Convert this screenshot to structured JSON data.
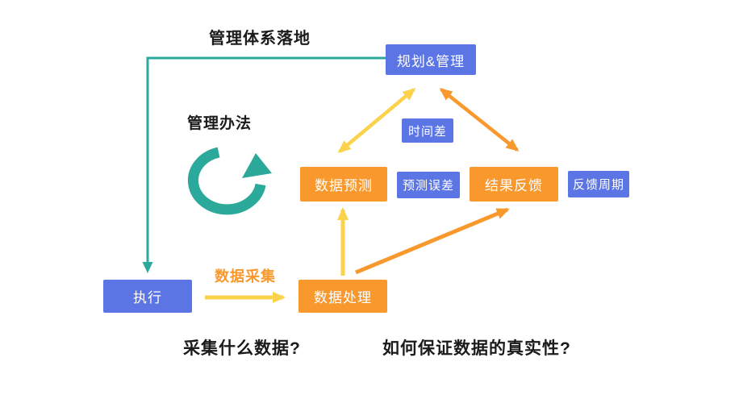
{
  "colors": {
    "blue": "#5B75E4",
    "orange": "#F8982D",
    "yellow": "#FBD24B",
    "teal": "#2BA99A",
    "heading_text": "#1B1B1B",
    "node_text": "#FFFFFF"
  },
  "headings": {
    "system_landing": "管理体系落地",
    "management_method": "管理办法",
    "collect_question": "采集什么数据?",
    "authenticity_question": "如何保证数据的真实性?"
  },
  "nodes": {
    "plan_manage": "规划&管理",
    "time_gap": "时间差",
    "data_forecast": "数据预测",
    "forecast_error": "预测误差",
    "result_feedback": "结果反馈",
    "feedback_period": "反馈周期",
    "execute": "执行",
    "data_process": "数据处理"
  },
  "edge_labels": {
    "data_collection": "数据采集"
  }
}
